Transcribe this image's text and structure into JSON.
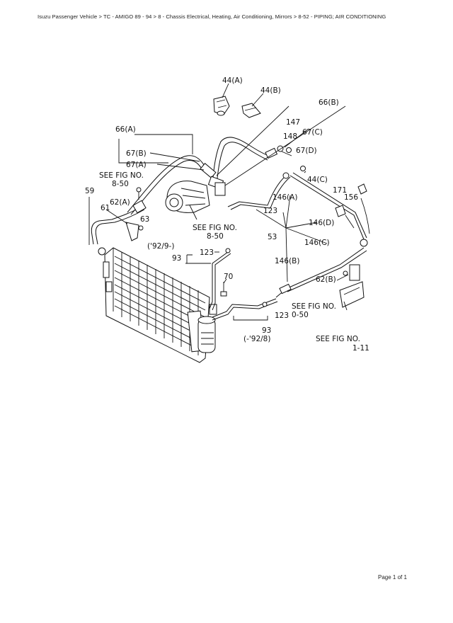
{
  "header": {
    "breadcrumb": "Isuzu Passenger Vehicle > TC - AMIGO 89 - 94 > 8 - Chassis Electrical, Heating, Air Conditioning, Mirrors > 8-52 - PIPING;  AIR CONDITIONING"
  },
  "diagram": {
    "labels": {
      "p44a": "44(A)",
      "p44b": "44(B)",
      "p66b": "66(B)",
      "p66a": "66(A)",
      "p147": "147",
      "p148": "148",
      "p67c": "67(C)",
      "p67d": "67(D)",
      "p67b": "67(B)",
      "p67a": "67(A)",
      "see850a_1": "SEE FIG NO.",
      "see850a_2": "8-50",
      "p44c": "44(C)",
      "p59": "59",
      "p171": "171",
      "p156": "156",
      "p62a": "62(A)",
      "p146a": "146(A)",
      "p61": "61",
      "p123a": "123",
      "p63": "63",
      "see850b_1": "SEE FIG NO.",
      "see850b_2": "8-50",
      "p146d": "146(D)",
      "p53": "53",
      "p92a": "('92/9-)",
      "p146c": "146(C)",
      "p93a": "93",
      "p123b": "123",
      "p146b": "146(B)",
      "p70": "70",
      "p62b": "62(B)",
      "see050_1": "SEE FIG NO.",
      "see050_2": "0-50",
      "p123c": "123",
      "p93b": "93",
      "p92b": "(-'92/8)",
      "see111_1": "SEE FIG NO.",
      "see111_2": "1-11"
    }
  },
  "footer": {
    "page": "Page 1 of 1"
  }
}
